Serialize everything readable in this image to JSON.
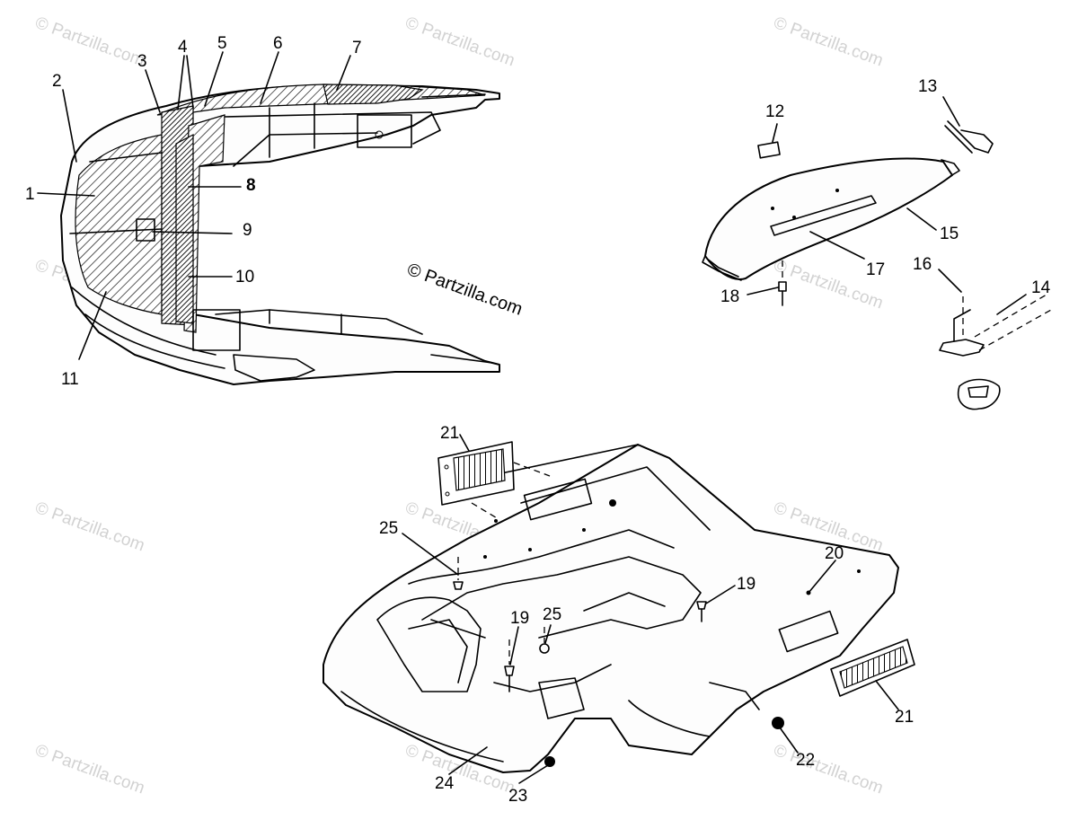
{
  "watermark": "© Partzilla.com",
  "copyright": "© Partzilla.com",
  "callouts": {
    "c1": "1",
    "c2": "2",
    "c3": "3",
    "c4": "4",
    "c5": "5",
    "c6": "6",
    "c7": "7",
    "c8": "8",
    "c9": "9",
    "c10": "10",
    "c11": "11",
    "c12": "12",
    "c13": "13",
    "c14": "14",
    "c15": "15",
    "c16": "16",
    "c17": "17",
    "c18": "18",
    "c19a": "19",
    "c19b": "19",
    "c20": "20",
    "c21a": "21",
    "c21b": "21",
    "c22": "22",
    "c23": "23",
    "c24": "24",
    "c25a": "25",
    "c25b": "25"
  }
}
